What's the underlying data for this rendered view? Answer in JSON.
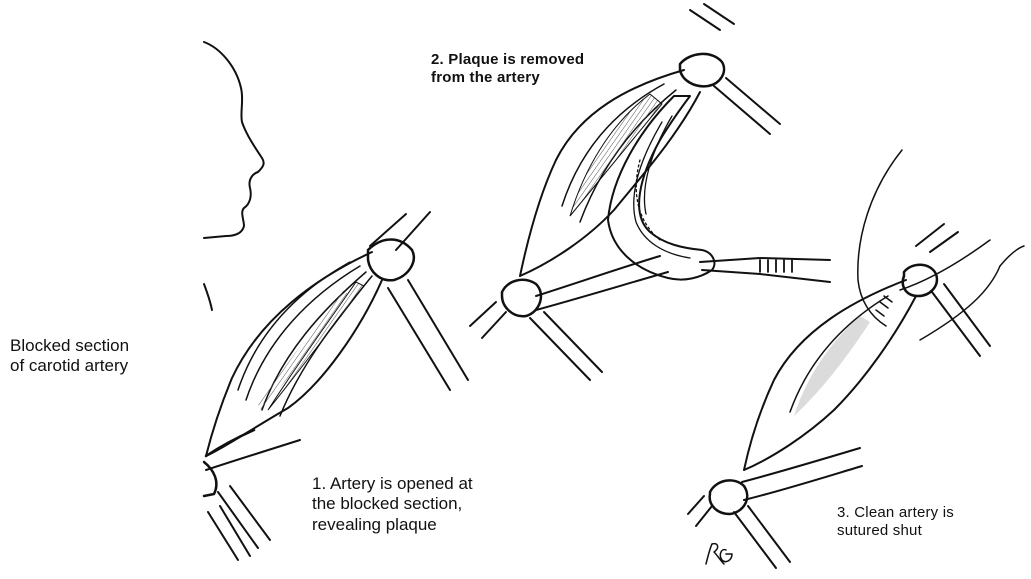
{
  "labels": {
    "blocked": [
      "Blocked section",
      "of carotid artery"
    ],
    "step1": [
      "1. Artery is opened at",
      "the blocked section,",
      "revealing plaque"
    ],
    "step2": [
      "2. Plaque is removed",
      "from the artery"
    ],
    "step3": [
      "3. Clean artery is",
      "sutured shut"
    ]
  },
  "signature": "RG",
  "colors": {
    "ink": "#111111",
    "shade": "#888888",
    "background": "#ffffff"
  }
}
